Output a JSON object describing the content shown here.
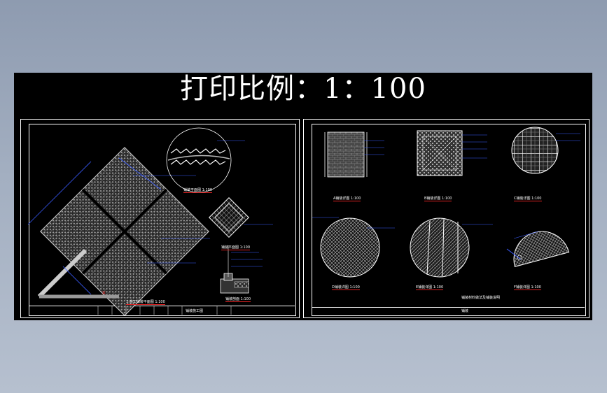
{
  "print_title": "打印比例：1：100",
  "left_sheet": {
    "labels": {
      "main_plan": "1 施工铺装平面图 1:100",
      "detail_1": "铺装平面图 1:100",
      "detail_2": "铺装平面图 1:100",
      "section": "铺装剖面 1:100",
      "titlebar": "铺装施工图"
    }
  },
  "right_sheet": {
    "labels": {
      "detail_a": "A铺装详图 1:100",
      "detail_b": "B铺装详图 1:100",
      "detail_c": "C铺装详图 1:100",
      "detail_d": "D铺装详图 1:100",
      "detail_e": "E铺装详图 1:100",
      "detail_f": "F铺装详图 1:100",
      "caption": "铺装材料做法及铺装说明",
      "titlebar": "铺装"
    }
  },
  "colors": {
    "background_top": "#8e9bb0",
    "canvas": "#000000",
    "line": "#ffffff",
    "dimension": "#3a5cff",
    "accent": "#dd2222"
  }
}
